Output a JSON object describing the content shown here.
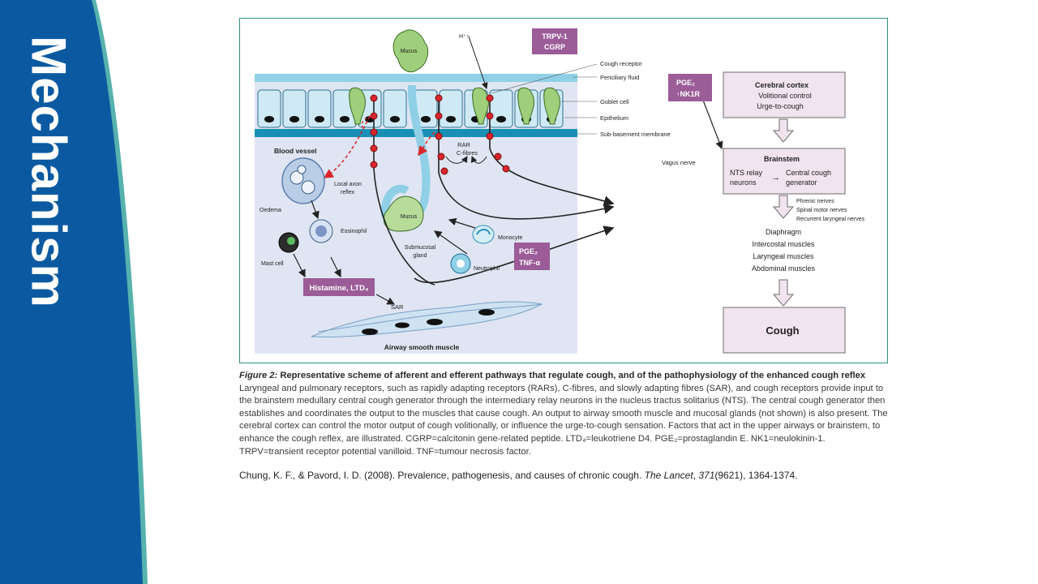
{
  "slide": {
    "title": "Mechanism",
    "colors": {
      "band": "#0b5aa1",
      "band_edge": "#56b2ad",
      "figure_border": "#2e8f80",
      "label_box": "#9b5c97",
      "flow_box": "#f1e4ee"
    }
  },
  "figure": {
    "labels": {
      "h_ion": "H⁺↑",
      "trpv_line1": "TRPV-1",
      "trpv_line2": "CGRP",
      "mucus_top": "Mucus",
      "cough_receptor": "Cough receptor",
      "periciliary_fluid": "Periciliary fluid",
      "goblet_cell": "Goblet cell",
      "epithelium": "Epithelium",
      "sub_basement": "Sub-basement membrane",
      "vagus_nerve": "Vagus nerve",
      "rar": "RAR",
      "c_fibres": "C-fibres",
      "blood_vessel": "Blood vessel",
      "local_axon_1": "Local axon",
      "local_axon_2": "reflex",
      "oedema": "Oedema",
      "eosinophil": "Eosinophil",
      "mast_cell": "Mast cell",
      "mucus_gland": "Mucus",
      "submucosal_1": "Submucosal",
      "submucosal_2": "gland",
      "monocyte": "Monocyte",
      "neutrophil": "Neutrophil",
      "pge_tnf_1": "PGE₂",
      "pge_tnf_2": "TNF-α",
      "histamine": "Histamine, LTD₄",
      "sar": "SAR",
      "smooth_muscle": "Airway smooth muscle",
      "pge_nk_1": "PGE₂",
      "pge_nk_2": "↑NK1R"
    },
    "flow": {
      "cortex_title": "Cerebral cortex",
      "cortex_line1": "Volitional control",
      "cortex_line2": "Urge-to-cough",
      "brainstem_title": "Brainstem",
      "nts_line1": "NTS relay",
      "nts_line2": "neurons",
      "arrow": "→",
      "ccg_line1": "Central cough",
      "ccg_line2": "generator",
      "nerves": [
        "Phrenic nerves",
        "Spinal motor nerves",
        "Recurrent laryngeal nerves"
      ],
      "muscles": [
        "Diaphragm",
        "Intercostal muscles",
        "Laryngeal muscles",
        "Abdominal muscles"
      ],
      "cough": "Cough"
    }
  },
  "caption": {
    "figure_label": "Figure 2:",
    "heading": " Representative scheme of afferent and efferent pathways that regulate cough, and of the pathophysiology of the enhanced cough reflex",
    "body": "Laryngeal and pulmonary receptors, such as rapidly adapting receptors (RARs), C-fibres, and slowly adapting fibres (SAR), and cough receptors provide input to the brainstem medullary central cough generator through the intermediary relay neurons in the nucleus tractus solitarius (NTS). The central cough generator then establishes and coordinates the output to the muscles that cause cough. An output to airway smooth muscle and mucosal glands (not shown) is also present. The cerebral cortex can control the motor output of cough volitionally, or influence the urge-to-cough sensation. Factors that act in the upper airways or brainstem, to enhance the cough reflex, are illustrated. CGRP=calcitonin gene-related peptide. LTD₄=leukotriene D4. PGE₂=prostaglandin E. NK1=neulokinin-1. TRPV=transient receptor potential vanilloid. TNF=tumour necrosis factor."
  },
  "reference": {
    "authors": "Chung, K. F., & Pavord, I. D. (2008). Prevalence, pathogenesis, and causes of chronic cough. ",
    "journal": "The Lancet",
    "sep": ", ",
    "volume": "371",
    "rest": "(9621), 1364-1374."
  }
}
